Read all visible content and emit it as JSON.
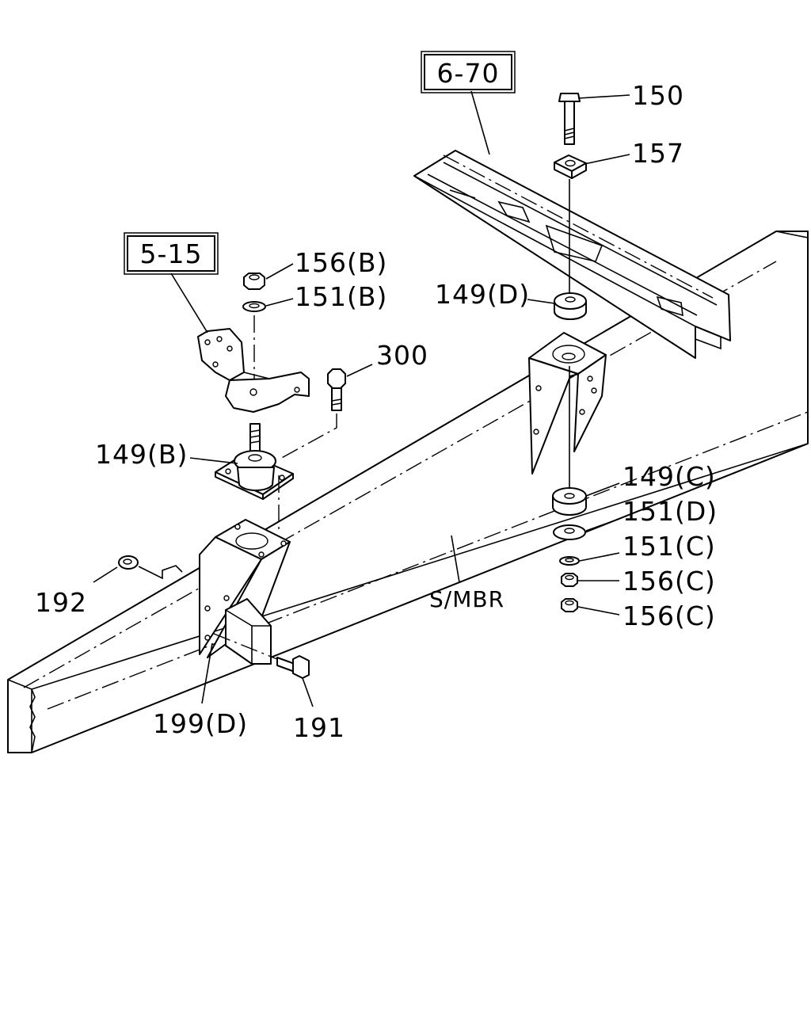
{
  "refs": {
    "ref_6_70": "6-70",
    "ref_5_15": "5-15"
  },
  "labels": {
    "p150": "150",
    "p157": "157",
    "p156b": "156(B)",
    "p151b": "151(B)",
    "p149d": "149(D)",
    "p300": "300",
    "p149b": "149(B)",
    "p149c": "149(C)",
    "p151d": "151(D)",
    "p151c": "151(C)",
    "p156c_1": "156(C)",
    "p156c_2": "156(C)",
    "p192": "192",
    "smbr": "S/MBR",
    "p199d": "199(D)",
    "p191": "191"
  }
}
